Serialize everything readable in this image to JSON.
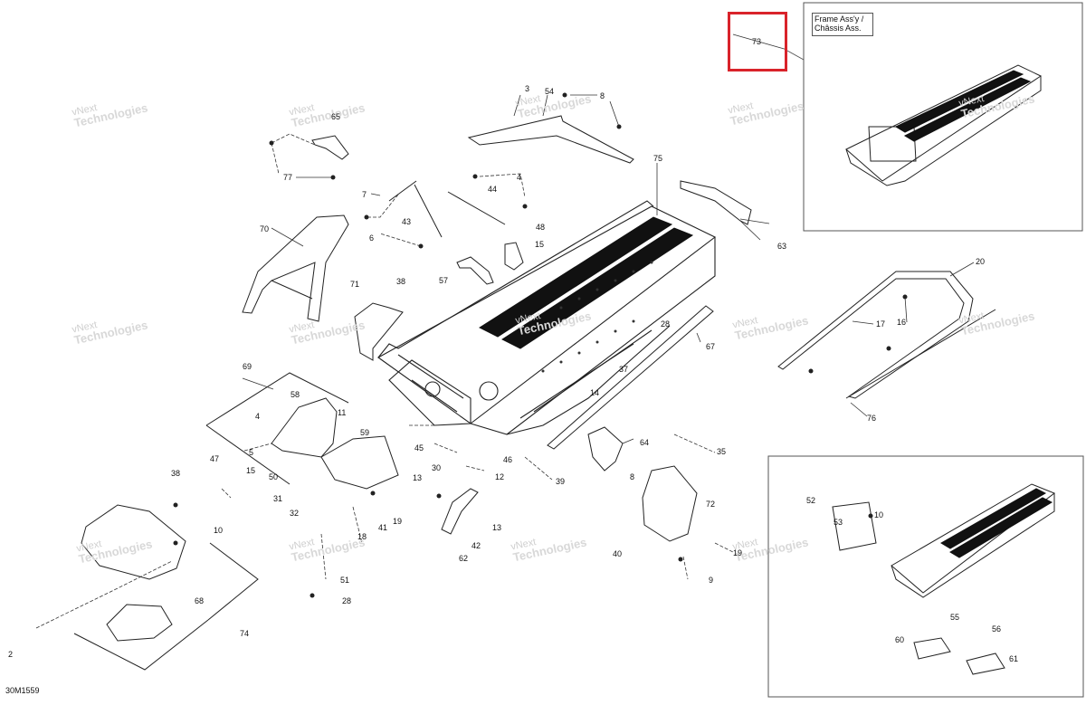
{
  "diagram": {
    "code": "30M1559",
    "inset_title": [
      "Frame Ass'y /",
      "Châssis Ass."
    ],
    "watermark": [
      "vNext",
      "Technologies"
    ],
    "colors": {
      "line": "#222222",
      "highlight": "#d9232a",
      "watermark": "#cfcfcf"
    },
    "callouts": [
      "2",
      "3",
      "4",
      "5",
      "6",
      "7",
      "8",
      "9",
      "10",
      "11",
      "12",
      "13",
      "14",
      "15",
      "16",
      "17",
      "18",
      "19",
      "20",
      "28",
      "30",
      "31",
      "32",
      "35",
      "37",
      "38",
      "39",
      "40",
      "41",
      "42",
      "43",
      "44",
      "45",
      "46",
      "47",
      "48",
      "50",
      "51",
      "52",
      "53",
      "54",
      "55",
      "56",
      "57",
      "58",
      "59",
      "60",
      "61",
      "62",
      "63",
      "64",
      "65",
      "67",
      "68",
      "69",
      "70",
      "71",
      "72",
      "73",
      "74",
      "75",
      "76",
      "77"
    ]
  }
}
